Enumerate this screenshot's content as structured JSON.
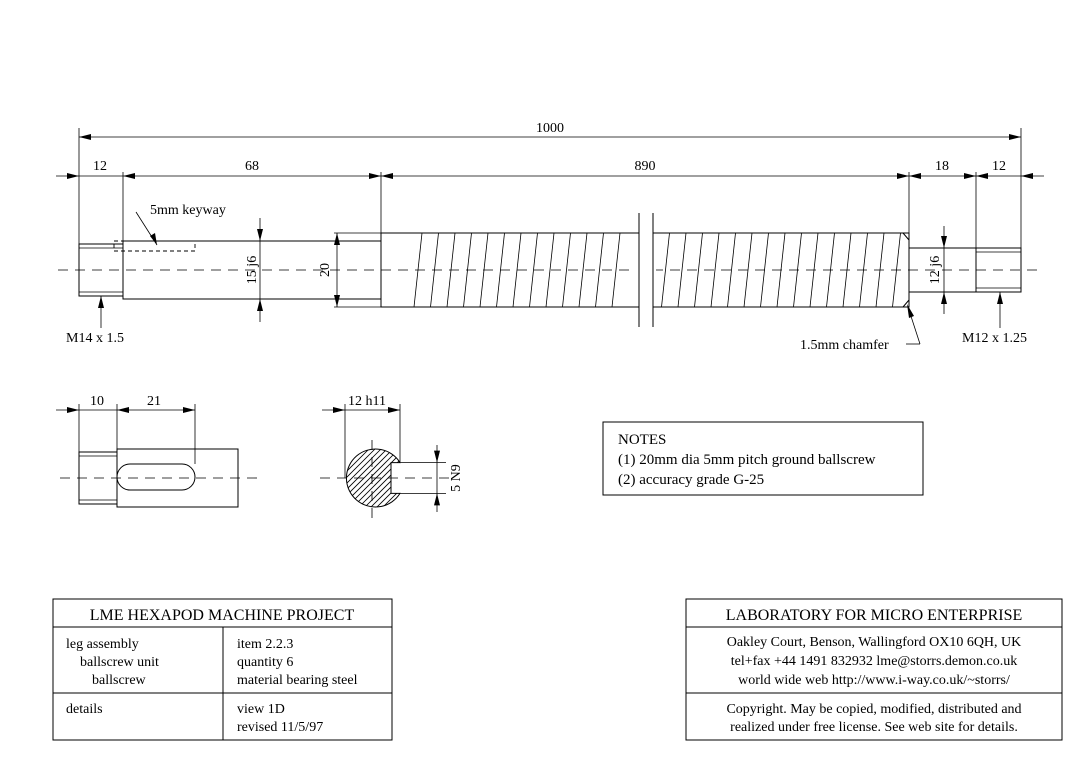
{
  "dimensions": {
    "overall_length": "1000",
    "left_end": "12",
    "left_journal": "68",
    "screw_length": "890",
    "right_journal": "18",
    "right_end": "12",
    "dia_15": "15 j6",
    "dia_20": "20",
    "dia_12": "12 j6",
    "key_offset": "10",
    "key_length": "21",
    "key_width": "12 h11",
    "key_depth": "5 N9"
  },
  "annotations": {
    "keyway": "5mm keyway",
    "left_thread": "M14 x 1.5",
    "chamfer": "1.5mm chamfer",
    "right_thread": "M12 x 1.25"
  },
  "notes": {
    "heading": "NOTES",
    "lines": [
      "(1) 20mm dia 5mm pitch ground ballscrew",
      "(2) accuracy grade G-25"
    ]
  },
  "title_block": {
    "project": "LME HEXAPOD MACHINE  PROJECT",
    "desc_lines": [
      "leg assembly",
      "ballscrew unit",
      "ballscrew"
    ],
    "item_lines": [
      "item 2.2.3",
      "quantity 6",
      "material bearing steel"
    ],
    "details_label": "details",
    "view_lines": [
      "view 1D",
      "revised 11/5/97"
    ]
  },
  "lab_block": {
    "name": "LABORATORY FOR MICRO ENTERPRISE",
    "address_lines": [
      "Oakley Court, Benson, Wallingford OX10 6QH, UK",
      "tel+fax +44 1491 832932  lme@storrs.demon.co.uk",
      "world wide web  http://www.i-way.co.uk/~storrs/"
    ],
    "copyright_lines": [
      "Copyright. May be copied, modified, distributed and",
      "realized under free license. See web site for details."
    ]
  }
}
